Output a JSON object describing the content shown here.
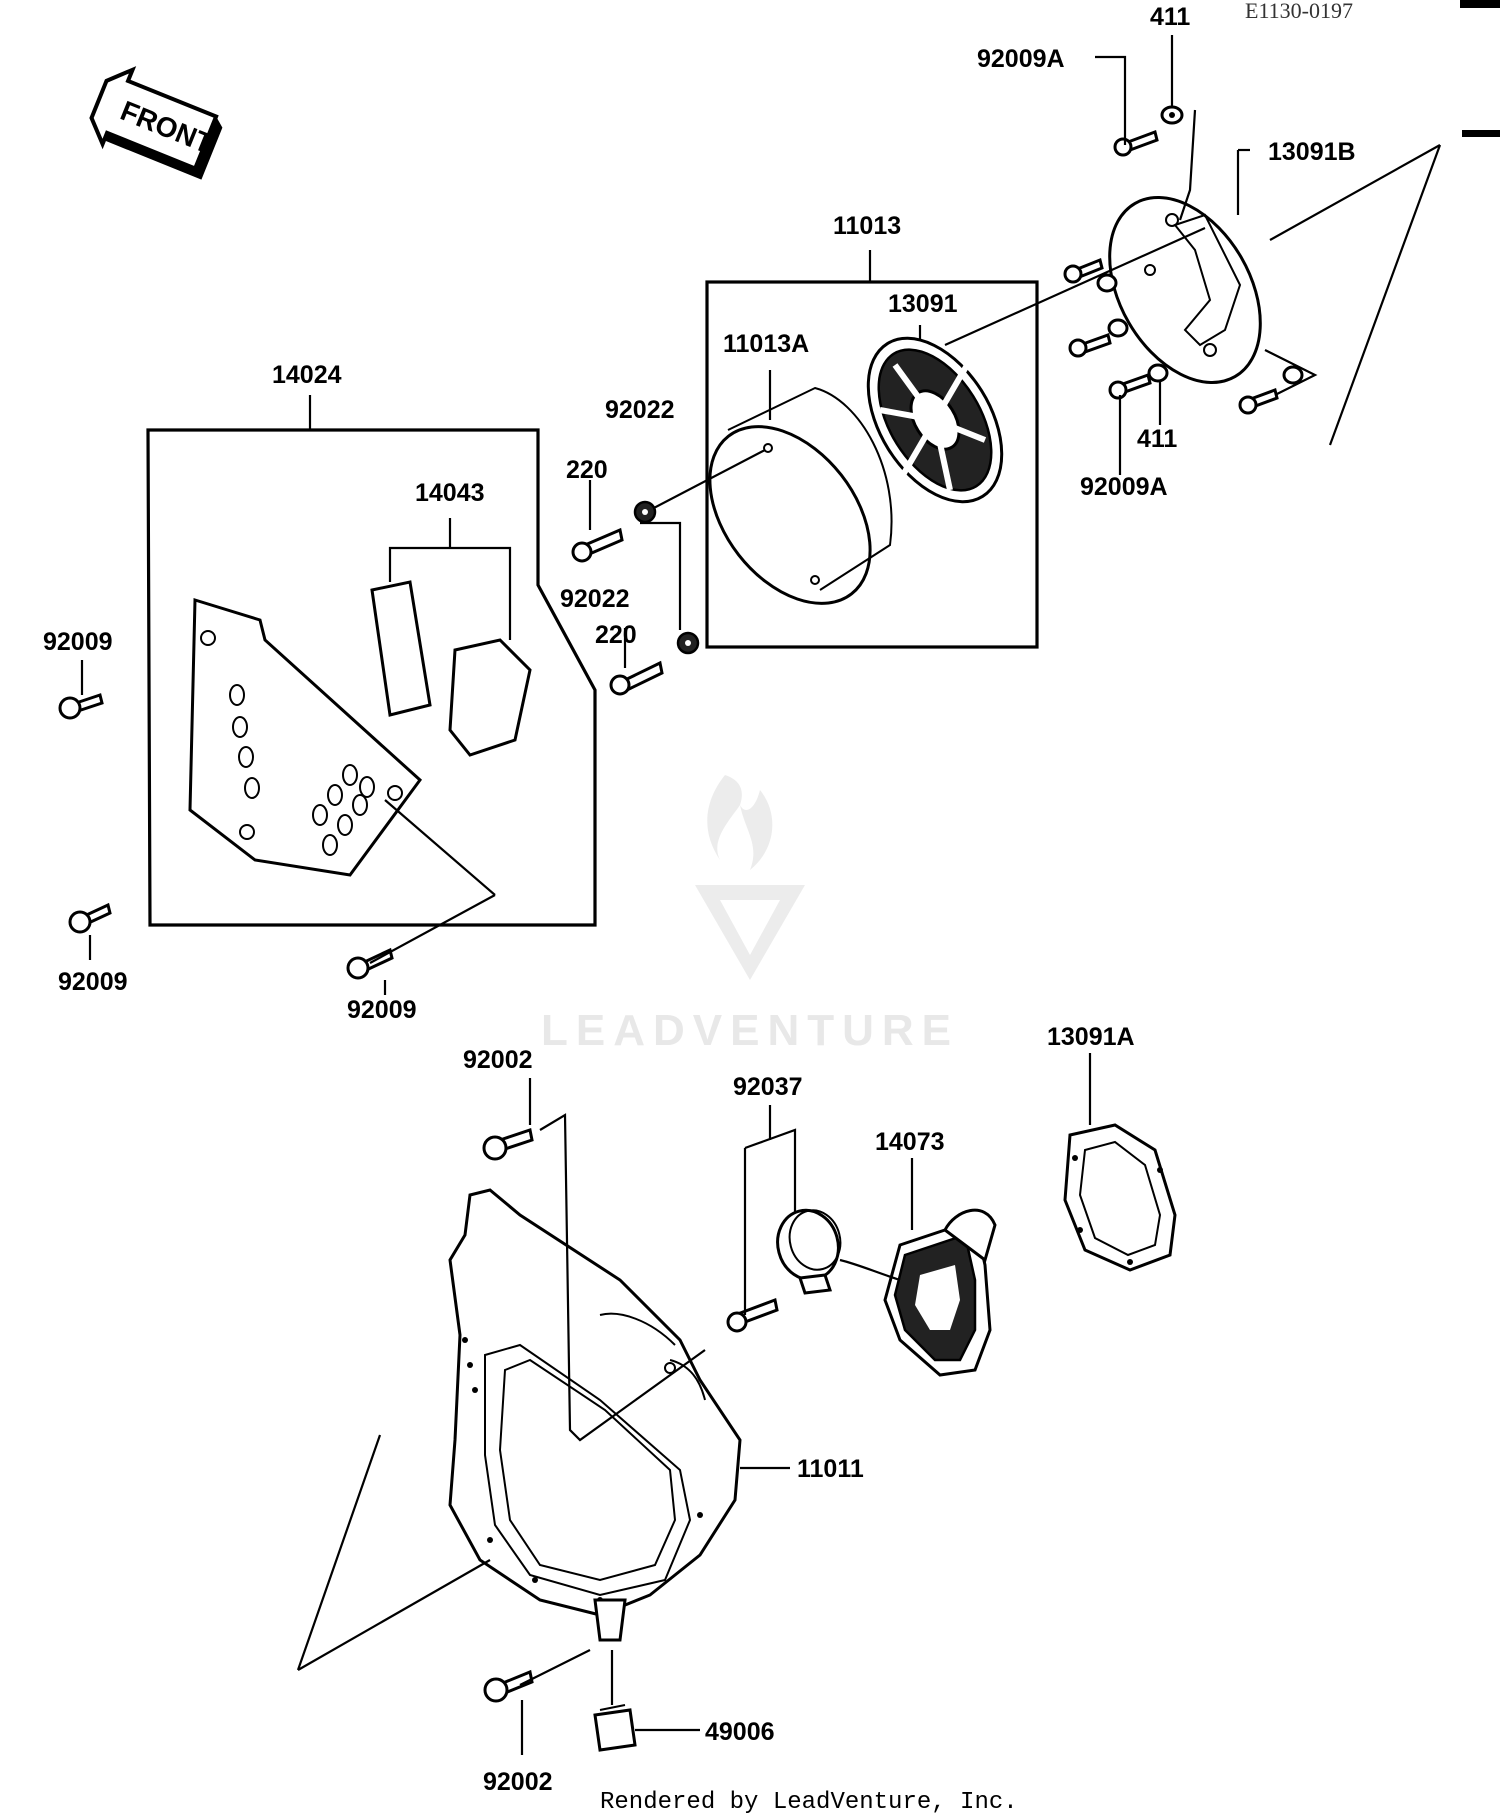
{
  "header": {
    "ref_code": "E1130-0197",
    "front_label": "FRONT"
  },
  "labels": {
    "p411_top": "411",
    "p92009A_top": "92009A",
    "p13091B": "13091B",
    "p11013": "11013",
    "p13091": "13091",
    "p11013A": "11013A",
    "p14024": "14024",
    "p92022_top": "92022",
    "p220_top": "220",
    "p14043": "14043",
    "p411_mid": "411",
    "p92009A_mid": "92009A",
    "p92022_mid": "92022",
    "p220_mid": "220",
    "p92009_left": "92009",
    "p92009_lower_left": "92009",
    "p92009_bottom": "92009",
    "p92002_top": "92002",
    "p92037": "92037",
    "p14073": "14073",
    "p13091A": "13091A",
    "p11011": "11011",
    "p49006": "49006",
    "p92002_bottom": "92002"
  },
  "watermark": {
    "text": "LEADVENTURE"
  },
  "footer": {
    "credit": "Rendered by LeadVenture, Inc."
  }
}
